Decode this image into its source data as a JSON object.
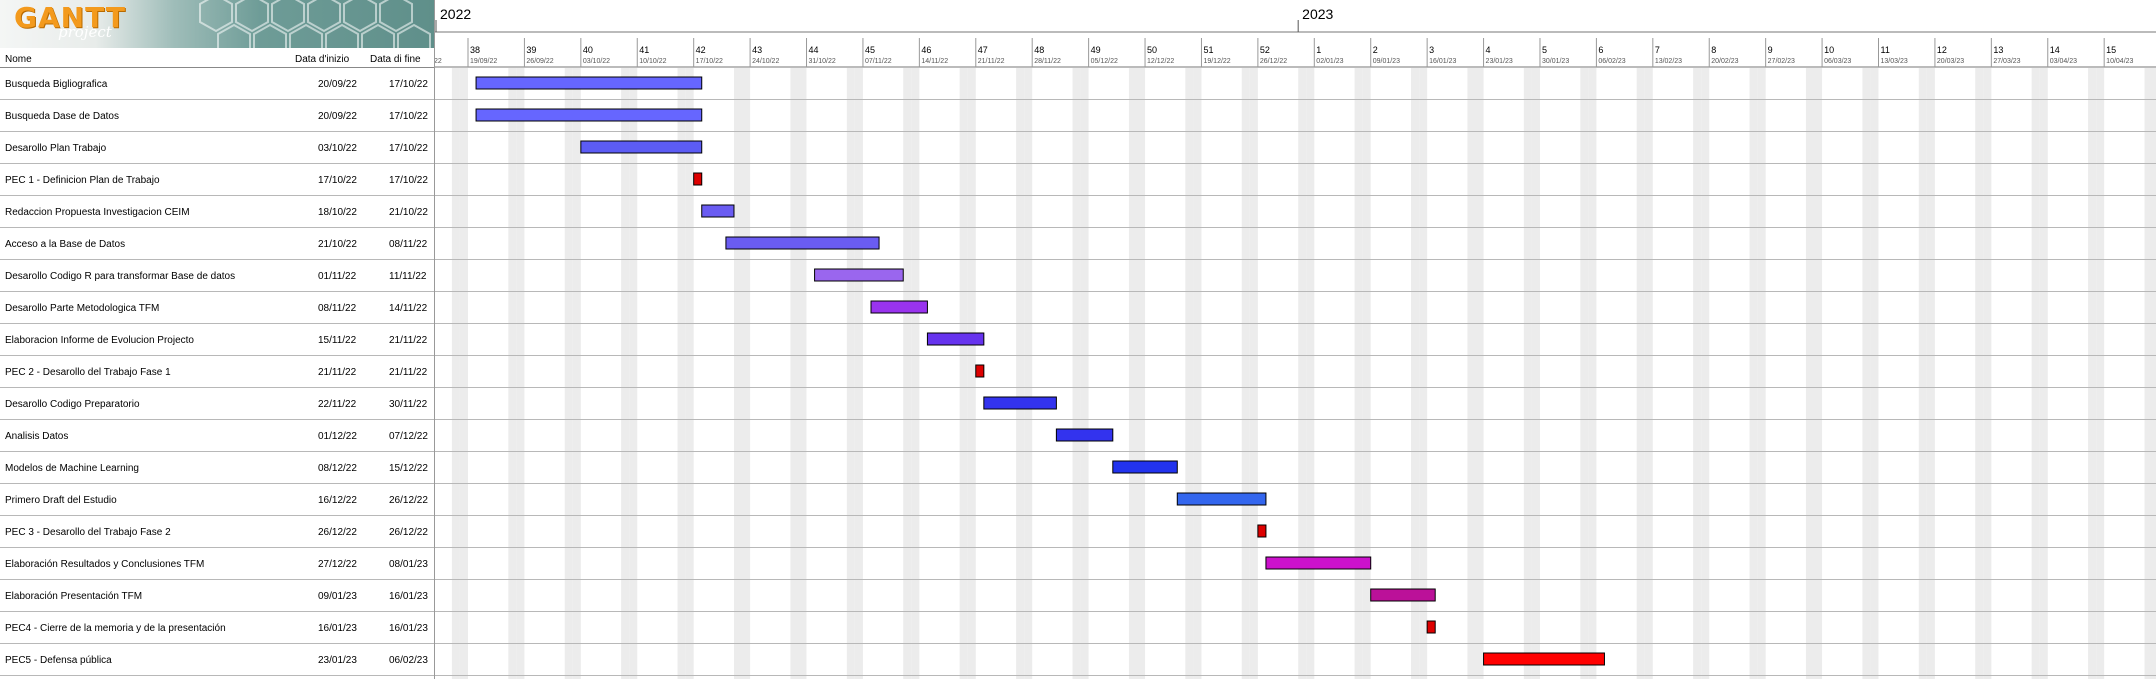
{
  "app": {
    "logo_word": "GANTT",
    "logo_sub": "project"
  },
  "table": {
    "columns": {
      "name": "Nome",
      "start": "Data d'inizio",
      "end": "Data di fine"
    }
  },
  "timeline": {
    "years": [
      "2022",
      "2023"
    ],
    "weeks": [
      "38",
      "39",
      "40",
      "41",
      "42",
      "43",
      "44",
      "45",
      "46",
      "47",
      "48",
      "49",
      "50",
      "51",
      "52",
      "1",
      "2",
      "3",
      "4",
      "5",
      "6",
      "7",
      "8",
      "9",
      "10",
      "11",
      "12",
      "13",
      "14",
      "15"
    ],
    "week_dates": [
      "19/09/22",
      "26/09/22",
      "03/10/22",
      "10/10/22",
      "17/10/22",
      "24/10/22",
      "31/10/22",
      "07/11/22",
      "14/11/22",
      "21/11/22",
      "28/11/22",
      "05/12/22",
      "12/12/22",
      "19/12/22",
      "26/12/22",
      "02/01/23",
      "09/01/23",
      "16/01/23",
      "23/01/23",
      "30/01/23",
      "06/02/23",
      "13/02/23",
      "20/02/23",
      "27/02/23",
      "06/03/23",
      "13/03/23",
      "20/03/23",
      "27/03/23",
      "03/04/23",
      "10/04/23"
    ],
    "leading_date_fragment": "22"
  },
  "chart_data": {
    "type": "gantt",
    "tasks": [
      {
        "name": "Busqueda Bigliografica",
        "start": "20/09/22",
        "end": "17/10/22",
        "color": "#6666ff"
      },
      {
        "name": "Busqueda Dase de Datos",
        "start": "20/09/22",
        "end": "17/10/22",
        "color": "#6666ff"
      },
      {
        "name": "Desarollo Plan Trabajo",
        "start": "03/10/22",
        "end": "17/10/22",
        "color": "#5c5cf4"
      },
      {
        "name": "PEC 1 - Definicion Plan de Trabajo",
        "start": "17/10/22",
        "end": "17/10/22",
        "color": "#dd0000"
      },
      {
        "name": "Redaccion Propuesta Investigacion CEIM",
        "start": "18/10/22",
        "end": "21/10/22",
        "color": "#6a5cf2"
      },
      {
        "name": "Acceso a la Base de Datos",
        "start": "21/10/22",
        "end": "08/11/22",
        "color": "#6a5cf2"
      },
      {
        "name": "Desarollo Codigo R para transformar Base de datos",
        "start": "01/11/22",
        "end": "11/11/22",
        "color": "#9a66ee"
      },
      {
        "name": "Desarollo Parte Metodologica TFM",
        "start": "08/11/22",
        "end": "14/11/22",
        "color": "#9933ee"
      },
      {
        "name": "Elaboracion Informe de Evolucion Projecto",
        "start": "15/11/22",
        "end": "21/11/22",
        "color": "#6633ee"
      },
      {
        "name": "PEC 2 - Desarollo del Trabajo Fase 1",
        "start": "21/11/22",
        "end": "21/11/22",
        "color": "#dd0000"
      },
      {
        "name": "Desarollo Codigo Preparatorio",
        "start": "22/11/22",
        "end": "30/11/22",
        "color": "#3333ee"
      },
      {
        "name": "Analisis Datos",
        "start": "01/12/22",
        "end": "07/12/22",
        "color": "#3333ee"
      },
      {
        "name": "Modelos de Machine Learning",
        "start": "08/12/22",
        "end": "15/12/22",
        "color": "#2233ee"
      },
      {
        "name": "Primero Draft del Estudio",
        "start": "16/12/22",
        "end": "26/12/22",
        "color": "#3366ee"
      },
      {
        "name": "PEC 3 - Desarollo del Trabajo Fase 2",
        "start": "26/12/22",
        "end": "26/12/22",
        "color": "#dd0000"
      },
      {
        "name": "Elaboración Resultados y Conclusiones TFM",
        "start": "27/12/22",
        "end": "08/01/23",
        "color": "#cc11cc"
      },
      {
        "name": "Elaboración Presentación TFM",
        "start": "09/01/23",
        "end": "16/01/23",
        "color": "#bb1199"
      },
      {
        "name": "PEC4 - Cierre de la memoria y de la presentación",
        "start": "16/01/23",
        "end": "16/01/23",
        "color": "#dd0000"
      },
      {
        "name": "PEC5 - Defensa pública",
        "start": "23/01/23",
        "end": "06/02/23",
        "color": "#ff0000"
      }
    ]
  }
}
